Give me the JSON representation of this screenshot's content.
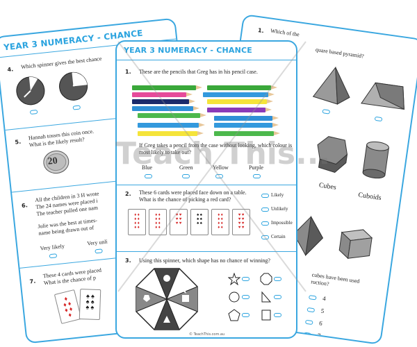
{
  "left_sheet": {
    "title": "YEAR 3 NUMERACY - CHANCE",
    "q4": {
      "num": "4.",
      "text": "Which spinner gives the best chance"
    },
    "q5": {
      "num": "5.",
      "text1": "Hannah tosses this coin once.",
      "text2": "What is the likely result?",
      "coin": "20"
    },
    "q6": {
      "num": "6.",
      "text1": "All the children in 3 H wrote",
      "text2": "The 24 names were placed i",
      "text3": "The teacher pulled one nam",
      "text4": "Julie was the best at times-",
      "text5": "name being drawn out of",
      "opt1": "Very likely",
      "opt2": "Very unli"
    },
    "q7": {
      "num": "7.",
      "text1": "These 4 cards were placed",
      "text2": "What is the chance of p"
    }
  },
  "right_sheet": {
    "title": "YEAR 3 NUMERACY - SHAPE",
    "q1": {
      "num": "1.",
      "text1": "Which of the",
      "text2": "quare based pyramid?"
    },
    "labels": {
      "cubes": "Cubes",
      "cuboids": "Cuboids"
    },
    "q_last": {
      "text1": "cubes have been used",
      "text2": "ruction?"
    },
    "options": [
      "4",
      "5",
      "6",
      "7"
    ]
  },
  "center_sheet": {
    "title": "YEAR 3 NUMERACY - CHANCE",
    "q1": {
      "num": "1.",
      "text": "These are the pencils that Greg has in his pencil case."
    },
    "q1b": {
      "text1": "If Greg takes a pencil from the case without looking, which colour is he",
      "text2": "most likely to take out?"
    },
    "q1_options": [
      "Blue",
      "Green",
      "Yellow",
      "Purple"
    ],
    "q2": {
      "num": "2.",
      "text1": "These 6 cards were placed face down on a table.",
      "text2": "What is the chance of picking a red card?"
    },
    "q2_options": [
      "Likely",
      "Unlikely",
      "Impossible",
      "Certain"
    ],
    "q3": {
      "num": "3.",
      "text": "Using this spinner, which shape has no chance of winning?"
    },
    "footer": "© TeachThis.com.au"
  },
  "watermark": "Teach This...",
  "colors": {
    "accent": "#2aa3df",
    "card_red": "#d62828",
    "card_black": "#111111"
  }
}
